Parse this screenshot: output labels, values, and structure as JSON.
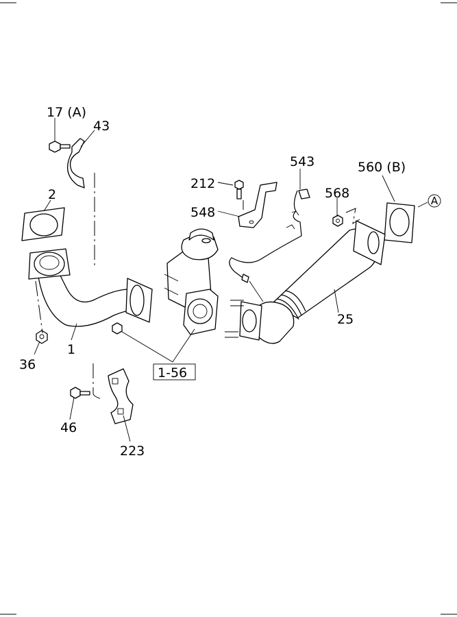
{
  "labels": {
    "l17": "17 (A)",
    "l43": "43",
    "l2": "2",
    "l36": "36",
    "l1": "1",
    "l46": "46",
    "l223": "223",
    "l156": "1-56",
    "l212": "212",
    "l548": "548",
    "l543": "543",
    "l568": "568",
    "l560": "560 (B)",
    "l25": "25",
    "circleA": "A"
  }
}
